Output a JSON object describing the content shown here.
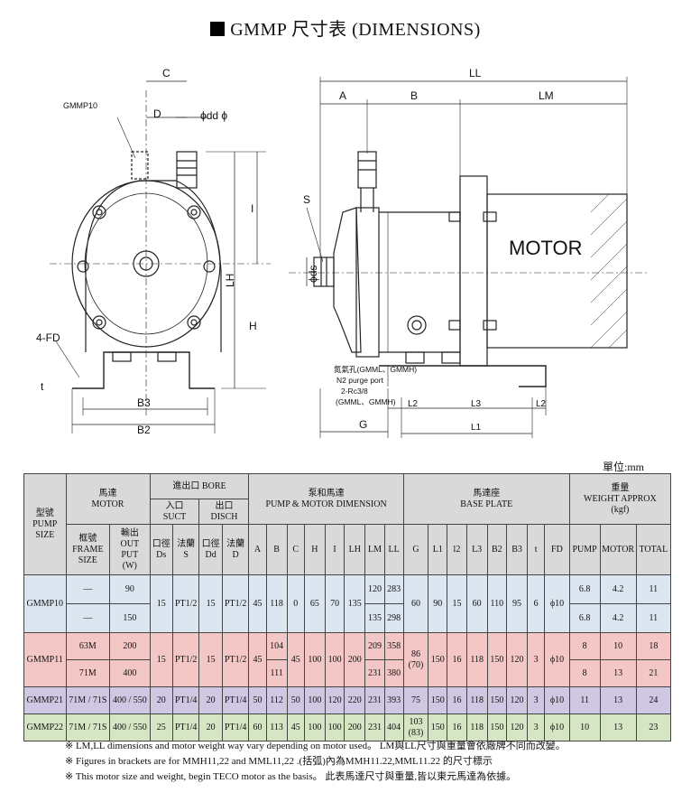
{
  "title": "GMMP 尺寸表 (DIMENSIONS)",
  "drawing": {
    "front_labels": {
      "c": "C",
      "d": "D",
      "dd": "ϕdd ϕ",
      "model": "GMMP10",
      "lh": "LH",
      "i": "I",
      "h": "H",
      "fd": "4-FD",
      "t": "t",
      "b3": "B3",
      "b2": "B2"
    },
    "side_labels": {
      "ll": "LL",
      "a": "A",
      "b": "B",
      "lm": "LM",
      "s": "S",
      "ds": "ϕds",
      "motor": "MOTOR",
      "purge1": "氮氣孔(GMML、GMMH)",
      "purge2": "N2 purge port",
      "purge3": "2-Rc3/8",
      "purge4": "(GMML、GMMH)",
      "g": "G",
      "l2a": "L2",
      "l3": "L3",
      "l2b": "L2",
      "l1": "L1"
    }
  },
  "unit": "單位:mm",
  "table": {
    "h_model": "型號\nPUMP\nSIZE",
    "h_motor": "馬達\nMOTOR",
    "h_bore": "進出口 BORE",
    "h_suct": "入口\nSUCT",
    "h_disch": "出口\nDISCH",
    "h_pump_motor": "泵和馬達\nPUMP & MOTOR DIMENSION",
    "h_base": "馬達座\nBASE PLATE",
    "h_weight": "重量\nWEIGHT APPROX\n(kgf)",
    "h_frame": "框號\nFRAME\nSIZE",
    "h_output": "輸出\nOUT\nPUT\n(W)",
    "h_ds": "口徑\nDs",
    "h_s": "法蘭\nS",
    "h_dd": "口徑\nDd",
    "h_d": "法蘭\nD",
    "dim_cols": [
      "A",
      "B",
      "C",
      "H",
      "I",
      "LH",
      "LM",
      "LL"
    ],
    "base_cols": [
      "G",
      "L1",
      "l2",
      "L3",
      "B2",
      "B3",
      "t",
      "FD"
    ],
    "w_cols": [
      "PUMP",
      "MOTOR",
      "TOTAL"
    ],
    "gmmp10": {
      "model": "GMMP10",
      "r1": {
        "frame": "—",
        "out": "90",
        "lm": "120",
        "ll": "283",
        "wp": "6.8",
        "wm": "4.2",
        "wt": "11"
      },
      "r2": {
        "frame": "—",
        "out": "150",
        "lm": "135",
        "ll": "298",
        "wp": "6.8",
        "wm": "4.2",
        "wt": "11"
      },
      "ds": "15",
      "s": "PT1/2",
      "dd": "15",
      "d": "PT1/2",
      "a": "45",
      "b": "118",
      "c": "0",
      "h": "65",
      "i": "70",
      "lh": "135",
      "g": "60",
      "l1": "90",
      "l2": "15",
      "l3": "60",
      "b2": "110",
      "b3": "95",
      "t": "6",
      "fd": "ϕ10"
    },
    "gmmp11": {
      "model": "GMMP11",
      "r1": {
        "frame": "63M",
        "out": "200",
        "b": "104",
        "lm": "209",
        "ll": "358",
        "wp": "8",
        "wm": "10",
        "wt": "18"
      },
      "r2": {
        "frame": "71M",
        "out": "400",
        "b": "111",
        "lm": "231",
        "ll": "380",
        "wp": "8",
        "wm": "13",
        "wt": "21"
      },
      "ds": "15",
      "s": "PT1/2",
      "dd": "15",
      "d": "PT1/2",
      "a": "45",
      "c": "45",
      "h": "100",
      "i": "100",
      "lh": "200",
      "g": "86\n(70)",
      "l1": "150",
      "l2": "16",
      "l3": "118",
      "b2": "150",
      "b3": "120",
      "t": "3",
      "fd": "ϕ10"
    },
    "gmmp21": {
      "model": "GMMP21",
      "frame": "71M / 71S",
      "out": "400 / 550",
      "ds": "20",
      "s": "PT1/4",
      "dd": "20",
      "d": "PT1/4",
      "a": "50",
      "b": "112",
      "c": "50",
      "h": "100",
      "i": "120",
      "lh": "220",
      "lm": "231",
      "ll": "393",
      "g": "75",
      "l1": "150",
      "l2": "16",
      "l3": "118",
      "b2": "150",
      "b3": "120",
      "t": "3",
      "fd": "ϕ10",
      "wp": "11",
      "wm": "13",
      "wt": "24"
    },
    "gmmp22": {
      "model": "GMMP22",
      "frame": "71M / 71S",
      "out": "400 / 550",
      "ds": "25",
      "s": "PT1/4",
      "dd": "20",
      "d": "PT1/4",
      "a": "60",
      "b": "113",
      "c": "45",
      "h": "100",
      "i": "100",
      "lh": "200",
      "lm": "231",
      "ll": "404",
      "g": "103\n(83)",
      "l1": "150",
      "l2": "16",
      "l3": "118",
      "b2": "150",
      "b3": "120",
      "t": "3",
      "fd": "ϕ10",
      "wp": "10",
      "wm": "13",
      "wt": "23"
    }
  },
  "notes": [
    "※  LM,LL dimensions and motor weight way vary depending on motor used。 LM與LL尺寸與重量會依廠牌不同而改變。",
    "※  Figures in brackets are for MMH11,22 and MML11,22 .(括弧)內為MMH11.22,MML11.22 的尺寸標示",
    "※ This motor size and weight, begin TECO motor as the basis。 此表馬達尺寸與重量,皆以東元馬達為依據。"
  ]
}
